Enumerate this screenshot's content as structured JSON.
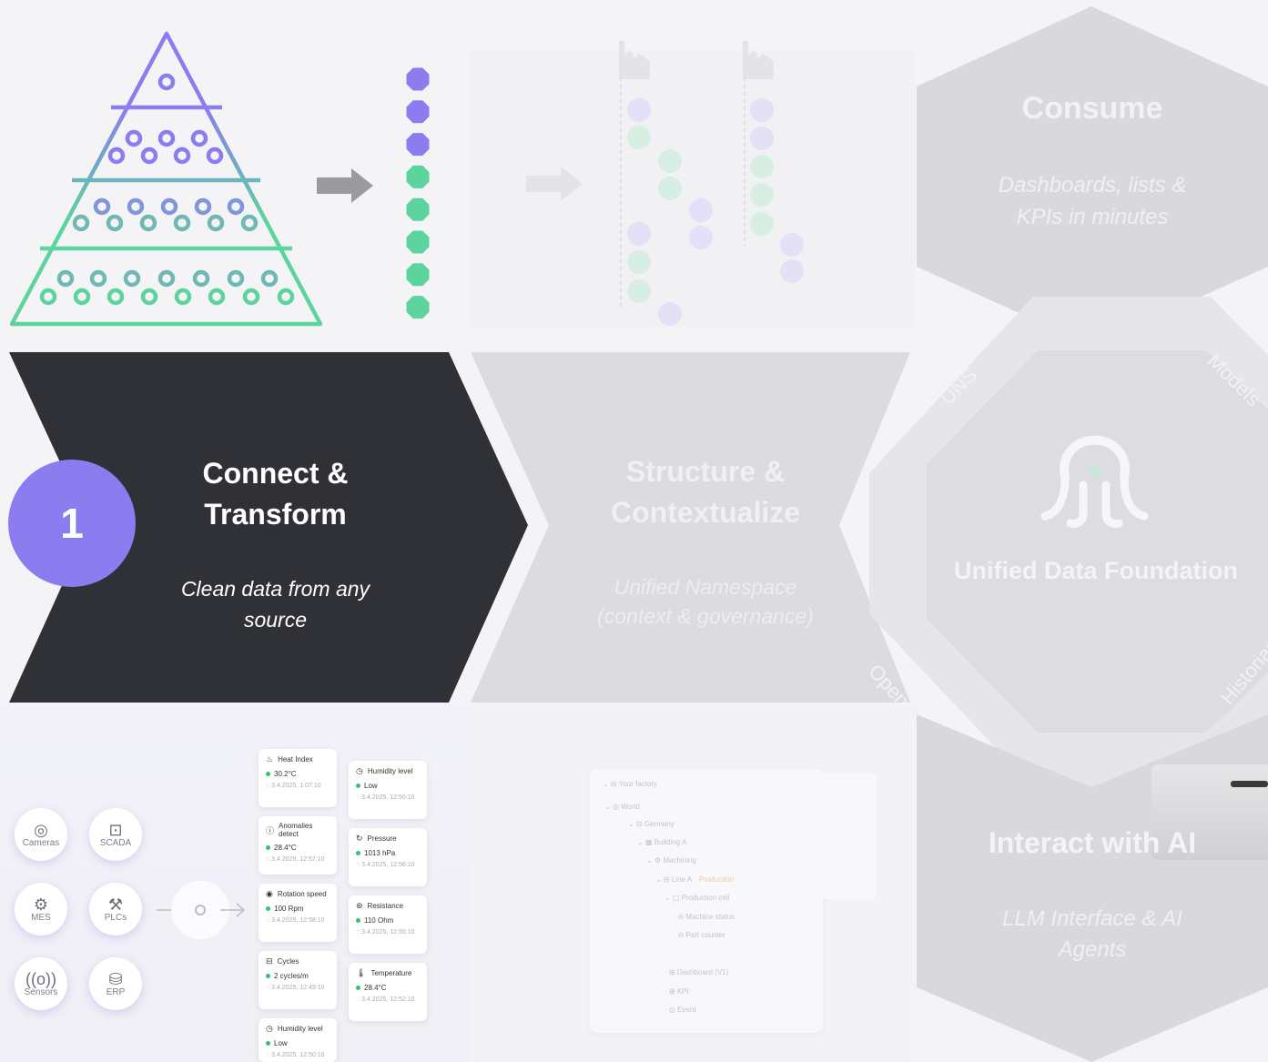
{
  "steps": [
    {
      "number": "1",
      "title_line1": "Connect &",
      "title_line2": "Transform",
      "subtitle_line1": "Clean data from any",
      "subtitle_line2": "source"
    },
    {
      "title_line1": "Structure &",
      "title_line2": "Contextualize",
      "subtitle_line1": "Unified Namespace",
      "subtitle_line2": "(context & governance)"
    }
  ],
  "consume": {
    "title": "Consume",
    "subtitle_line1": "Dashboards, lists &",
    "subtitle_line2": "KPIs in minutes"
  },
  "interact": {
    "title": "Interact with AI",
    "subtitle_line1": "LLM Interface & AI",
    "subtitle_line2": "Agents"
  },
  "foundation": {
    "title": "Unified Data Foundation",
    "ring_labels": {
      "uns": "UNS",
      "models": "Models",
      "open_architecture": "Open Architecture",
      "historian": "Historian"
    }
  },
  "sources": [
    {
      "label": "Cameras",
      "icon": "camera-icon"
    },
    {
      "label": "SCADA",
      "icon": "chip-icon"
    },
    {
      "label": "MES",
      "icon": "gears-icon"
    },
    {
      "label": "PLCs",
      "icon": "robot-arm-icon"
    },
    {
      "label": "Sensors",
      "icon": "signal-icon"
    },
    {
      "label": "ERP",
      "icon": "database-icon"
    }
  ],
  "cards": [
    {
      "title": "Heat Index",
      "value": "30.2°C",
      "time": "3.4.2025, 1:07:10",
      "icon": "thermometer-icon"
    },
    {
      "title": "Humidity level",
      "value": "Low",
      "time": "3.4.2025, 12:50:10",
      "icon": "clock-icon"
    },
    {
      "title": "Anomalies detect",
      "value": "28.4°C",
      "time": "3.4.2025, 12:57:10",
      "icon": "alert-icon"
    },
    {
      "title": "Pressure",
      "value": "1013 hPa",
      "time": "3.4.2025, 12:56:10",
      "icon": "pressure-icon"
    },
    {
      "title": "Rotation speed",
      "value": "100 Rpm",
      "time": "3.4.2025, 12:58:10",
      "icon": "gauge-icon"
    },
    {
      "title": "Resistance",
      "value": "110 Ohm",
      "time": "3.4.2025, 12:55:10",
      "icon": "resistance-icon"
    },
    {
      "title": "Cycles",
      "value": "2 cycles/m",
      "time": "3.4.2025, 12:49:10",
      "icon": "cycles-icon"
    },
    {
      "title": "Temperature",
      "value": "28.4°C",
      "time": "3.4.2025, 12:52:10",
      "icon": "thermometer-icon"
    },
    {
      "title": "Humidity level",
      "value": "Low",
      "time": "3.4.2025, 12:50:10",
      "icon": "clock-icon"
    }
  ],
  "tree": {
    "root": "Your factory",
    "items": [
      "World",
      "Germany",
      "Building A",
      "Machining",
      "Line A",
      "Production cell",
      "Machine status",
      "Part counter",
      "Dashboard (V1)",
      "KPI",
      "Event"
    ],
    "line_badge": "Production"
  },
  "colors": {
    "dark": "#2f3137",
    "purple": "#8b7cf0",
    "green": "#5dd39e",
    "ghost": "#d8d8dc",
    "white": "#ffffff"
  }
}
